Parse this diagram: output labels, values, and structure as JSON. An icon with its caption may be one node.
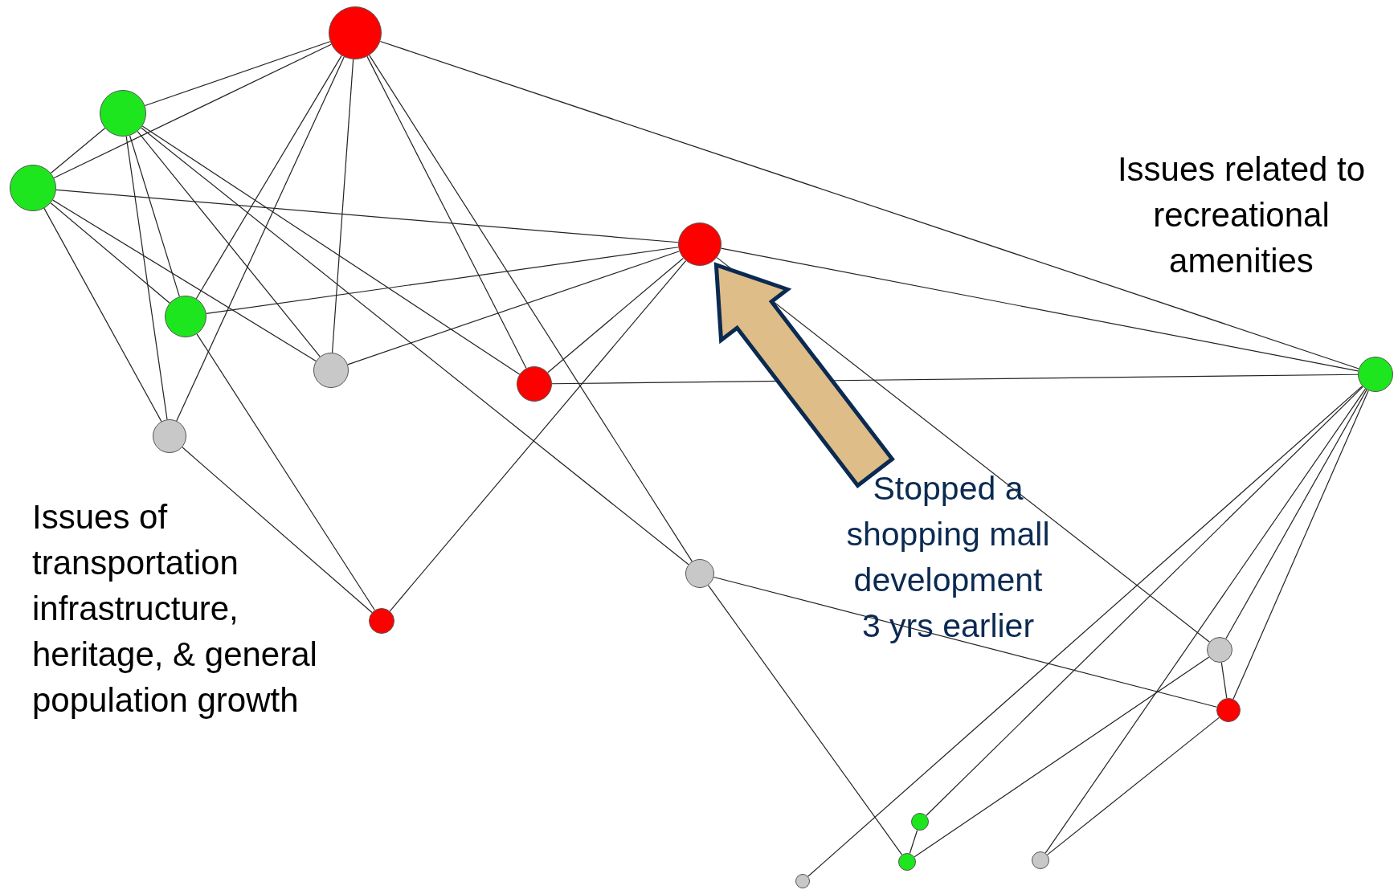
{
  "diagram": {
    "nodes": [
      {
        "text": [],
        "shape": "circle"
      },
      {
        "text": [],
        "shape": "circle"
      },
      {
        "text": [],
        "shape": "circle"
      },
      {
        "text": [],
        "shape": "circle"
      },
      {
        "text": [],
        "shape": "circle"
      },
      {
        "text": [],
        "shape": "circle"
      },
      {
        "text": [],
        "shape": "circle"
      },
      {
        "text": [],
        "shape": "circle"
      },
      {
        "text": [],
        "shape": "circle"
      },
      {
        "text": [],
        "shape": "circle"
      },
      {
        "text": [],
        "shape": "circle"
      },
      {
        "text": [],
        "shape": "circle"
      },
      {
        "text": [],
        "shape": "circle"
      },
      {
        "text": [],
        "shape": "circle"
      },
      {
        "text": [],
        "shape": "circle"
      },
      {
        "text": [],
        "shape": "circle"
      },
      {
        "text": [],
        "shape": "circle"
      },
      {
        "text": [
          "Stopped a shopping mall development 3 yrs earlier"
        ]
      }
    ],
    "edges": [
      {
        "from": 0,
        "to": 1,
        "arrow": "none"
      },
      {
        "from": 0,
        "to": 2,
        "arrow": "none"
      },
      {
        "from": 0,
        "to": 4,
        "arrow": "none"
      },
      {
        "from": 0,
        "to": 7,
        "arrow": "none"
      },
      {
        "from": 0,
        "to": 5,
        "arrow": "none"
      },
      {
        "from": 0,
        "to": 6,
        "arrow": "none"
      },
      {
        "from": 0,
        "to": 10,
        "arrow": "none"
      },
      {
        "from": 0,
        "to": 8,
        "arrow": "none"
      },
      {
        "from": 1,
        "to": 2,
        "arrow": "none"
      },
      {
        "from": 1,
        "to": 4,
        "arrow": "none"
      },
      {
        "from": 1,
        "to": 7,
        "arrow": "none"
      },
      {
        "from": 1,
        "to": 5,
        "arrow": "none"
      },
      {
        "from": 1,
        "to": 6,
        "arrow": "none"
      },
      {
        "from": 1,
        "to": 10,
        "arrow": "none"
      },
      {
        "from": 2,
        "to": 3,
        "arrow": "none"
      },
      {
        "from": 2,
        "to": 4,
        "arrow": "none"
      },
      {
        "from": 2,
        "to": 5,
        "arrow": "none"
      },
      {
        "from": 2,
        "to": 7,
        "arrow": "none"
      },
      {
        "from": 4,
        "to": 3,
        "arrow": "none"
      },
      {
        "from": 4,
        "to": 9,
        "arrow": "none"
      },
      {
        "from": 5,
        "to": 3,
        "arrow": "none"
      },
      {
        "from": 6,
        "to": 3,
        "arrow": "none"
      },
      {
        "from": 6,
        "to": 8,
        "arrow": "none"
      },
      {
        "from": 9,
        "to": 3,
        "arrow": "none"
      },
      {
        "from": 7,
        "to": 9,
        "arrow": "none"
      },
      {
        "from": 3,
        "to": 8,
        "arrow": "none"
      },
      {
        "from": 3,
        "to": 11,
        "arrow": "none"
      },
      {
        "from": 10,
        "to": 12,
        "arrow": "none"
      },
      {
        "from": 10,
        "to": 14,
        "arrow": "none"
      },
      {
        "from": 8,
        "to": 15,
        "arrow": "none"
      },
      {
        "from": 8,
        "to": 13,
        "arrow": "none"
      },
      {
        "from": 8,
        "to": 16,
        "arrow": "none"
      },
      {
        "from": 8,
        "to": 11,
        "arrow": "none"
      },
      {
        "from": 8,
        "to": 12,
        "arrow": "none"
      },
      {
        "from": 11,
        "to": 12,
        "arrow": "none"
      },
      {
        "from": 11,
        "to": 14,
        "arrow": "none"
      },
      {
        "from": 13,
        "to": 14,
        "arrow": "none"
      },
      {
        "from": 12,
        "to": 16,
        "arrow": "none"
      },
      {
        "from": 17,
        "to": 3,
        "arrow": "to",
        "style": "thick",
        "color": "#dfbd88"
      }
    ],
    "labels": [
      "Issues related to recreational amenities",
      "Issues of transportation infrastructure, heritage, & general population growth"
    ]
  }
}
